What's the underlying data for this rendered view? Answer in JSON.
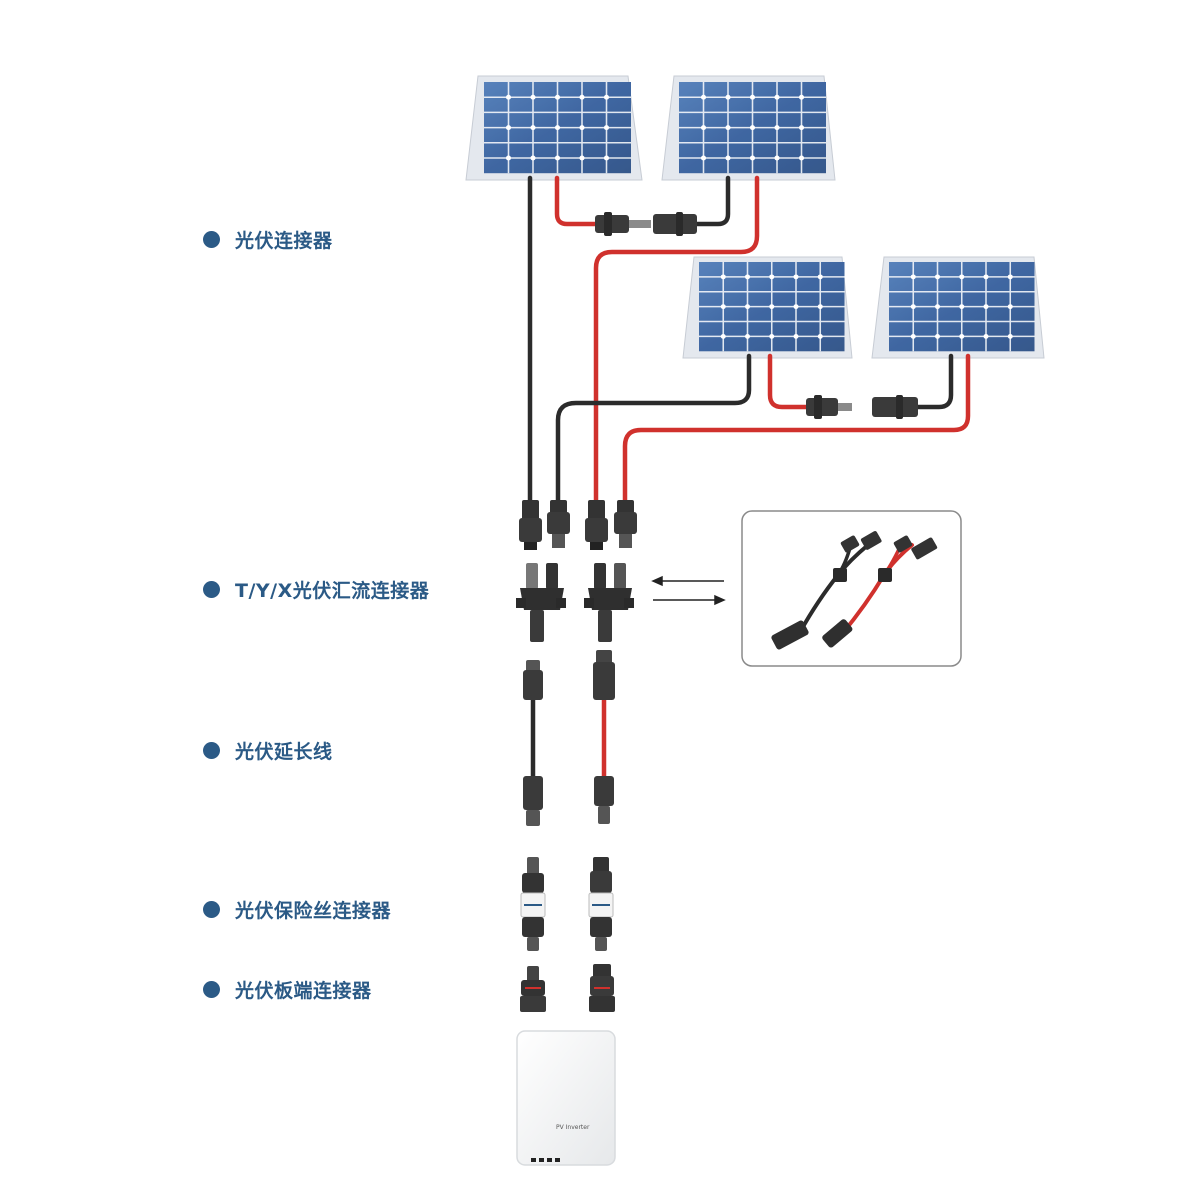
{
  "colors": {
    "accent": "#2b5a86",
    "label_text": "#2b5a86",
    "panel_cell": "#2f5896",
    "panel_frame": "#e4e8ee",
    "cable_red": "#d0312d",
    "cable_black": "#2b2b2b",
    "connector": "#3a3a3a"
  },
  "legend": {
    "items": [
      {
        "label": "光伏连接器"
      },
      {
        "label": "T/Y/X光伏汇流连接器"
      },
      {
        "label": "光伏延长线"
      },
      {
        "label": "光伏保险丝连接器"
      },
      {
        "label": "光伏板端连接器"
      }
    ]
  },
  "inverter": {
    "label": "PV Inverter"
  },
  "icons": {
    "bullet": "circle-dot-icon",
    "exchange": "double-arrow-icon"
  }
}
